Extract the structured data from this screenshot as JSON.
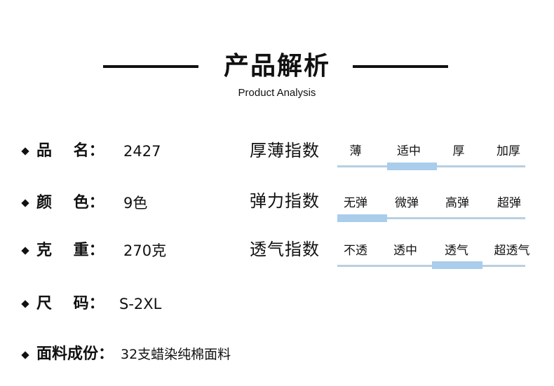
{
  "header": {
    "title": "产品解析",
    "subtitle": "Product Analysis"
  },
  "specs": [
    {
      "label": "品    名：",
      "value": "2427"
    },
    {
      "label": "颜    色：",
      "value": "9色"
    },
    {
      "label": "克    重：",
      "value": "270克"
    },
    {
      "label": "尺    码：",
      "value": "S-2XL"
    },
    {
      "label": "面料成份：",
      "value": "32支蜡染纯棉面料"
    }
  ],
  "indices": [
    {
      "title": "厚薄指数",
      "options": [
        "薄",
        "适中",
        "厚",
        "加厚"
      ],
      "selected": "适中"
    },
    {
      "title": "弹力指数",
      "options": [
        "无弹",
        "微弹",
        "高弹",
        "超弹"
      ],
      "selected": "无弹"
    },
    {
      "title": "透气指数",
      "options": [
        "不透",
        "透中",
        "透气",
        "超透气"
      ],
      "selected": "透气"
    }
  ],
  "colors": {
    "text": "#111111",
    "track": "#b7cfe2",
    "highlight": "#a9cdeb"
  }
}
